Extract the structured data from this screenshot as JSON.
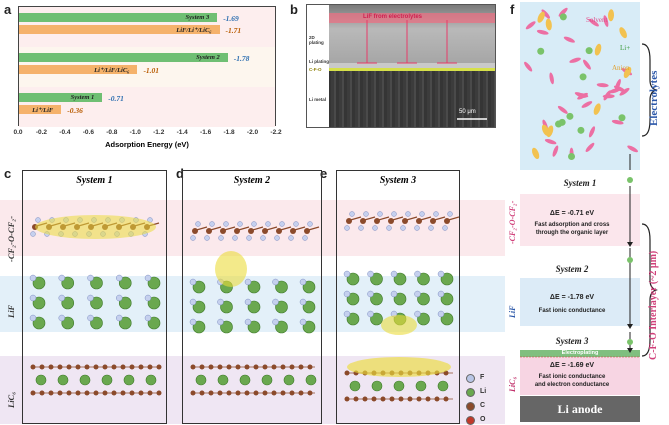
{
  "panels": {
    "a": "a",
    "b": "b",
    "c": "c",
    "d": "d",
    "e": "e",
    "f": "f"
  },
  "panel_a": {
    "xlabel": "Adsorption Energy (eV)",
    "ticks": [
      "0.0",
      "-0.2",
      "-0.4",
      "-0.6",
      "-0.8",
      "-1.0",
      "-1.2",
      "-1.4",
      "-1.6",
      "-1.8",
      "-2.0",
      "-2.2"
    ],
    "chart_data": {
      "type": "bar",
      "orientation": "horizontal",
      "xlim": [
        0.0,
        -2.2
      ],
      "series": [
        {
          "label": "System 3",
          "value": -1.69,
          "value_label": "-1.69",
          "color": "#6fbf73"
        },
        {
          "label": "LiF/Li⁺/LiC₆",
          "value": -1.71,
          "value_label": "-1.71",
          "color": "#f5b26b"
        },
        {
          "label": "System 2",
          "value": -1.78,
          "value_label": "-1.78",
          "color": "#6fbf73"
        },
        {
          "label": "Li⁺/LiF/LiC₆",
          "value": -1.01,
          "value_label": "-1.01",
          "color": "#f5b26b"
        },
        {
          "label": "System 1",
          "value": -0.71,
          "value_label": "-0.71",
          "color": "#6fbf73"
        },
        {
          "label": "Li⁺/LiF",
          "value": -0.36,
          "value_label": "-0.36",
          "color": "#f5b26b"
        }
      ]
    }
  },
  "panel_b": {
    "annotation": "LiF from electrolytes",
    "label_2d": "2D plating",
    "label_liplating": "Li plating",
    "label_cfo": "C-F-O",
    "label_limetal": "Li metal",
    "scalebar": "50 μm"
  },
  "panel_c": {
    "title": "System 1"
  },
  "panel_d": {
    "title": "System 2"
  },
  "panel_e": {
    "title": "System 3"
  },
  "row_labels": {
    "top": "-CF₂-O-CF₂-",
    "mid": "LiF",
    "bot": "LiC₆"
  },
  "legend": [
    {
      "label": "F",
      "color": "#b9c6e6"
    },
    {
      "label": "Li",
      "color": "#6aa84f"
    },
    {
      "label": "C",
      "color": "#8b4a2b"
    },
    {
      "label": "O",
      "color": "#c0392b"
    }
  ],
  "panel_f": {
    "solvent": "Solvent",
    "li": "Li+",
    "anion": "Anion",
    "electrolytes": "Electrolytes",
    "system1": "System 1",
    "s1_energy": "ΔE = -0.71 eV",
    "s1_desc1": "Fast adsorption and cross",
    "s1_desc2": "through the organic layer",
    "system2": "System 2",
    "s2_energy": "ΔE = -1.78 eV",
    "s2_desc": "Fast ionic conductance",
    "system3": "System 3",
    "electroplating": "Electroplating",
    "s3_energy": "ΔE = -1.69 eV",
    "s3_desc1": "Fast ionic conductance",
    "s3_desc2": "and electron conductance",
    "anode": "Li  anode",
    "interlayer": "C-F-O Interlayer (~2 μm)",
    "left_top": "-CF₂-O-CF₂-",
    "left_mid": "LiF",
    "left_bot": "LiC₆"
  }
}
